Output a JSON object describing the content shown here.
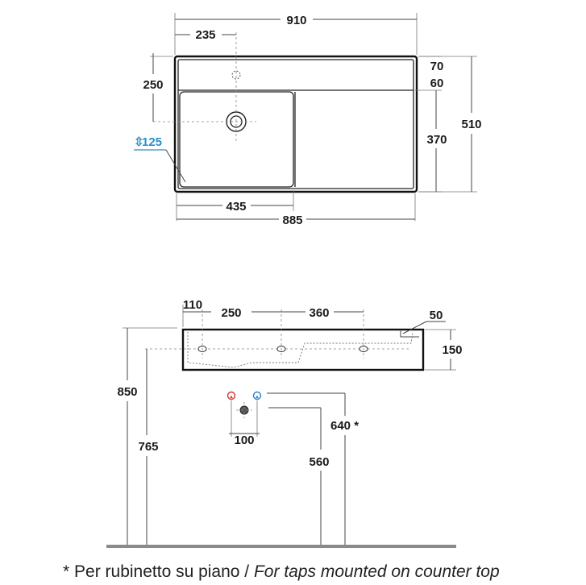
{
  "top_view": {
    "overall_width": "910",
    "tap_offset": "235",
    "depth_top": "250",
    "rim_back": "70",
    "rim_step": "60",
    "overall_depth": "510",
    "right_depth": "370",
    "bowl_depth": "125",
    "bowl_width": "435",
    "inner_width": "885"
  },
  "side_view": {
    "edge_offset": "110",
    "hole_spacing_a": "250",
    "hole_spacing_b": "360",
    "rim_height": "50",
    "basin_height": "150",
    "total_height": "850",
    "install_height": "765",
    "tap_spacing": "100",
    "tap_height": "640 *",
    "drain_height": "560"
  },
  "colors": {
    "hot": "#d9302b",
    "cold": "#2b7fd0",
    "accent": "#2b8fc8",
    "floor": "#8a8a8a"
  },
  "footnote": {
    "italian": "* Per rubinetto su piano / ",
    "english": "For taps mounted on counter top"
  }
}
